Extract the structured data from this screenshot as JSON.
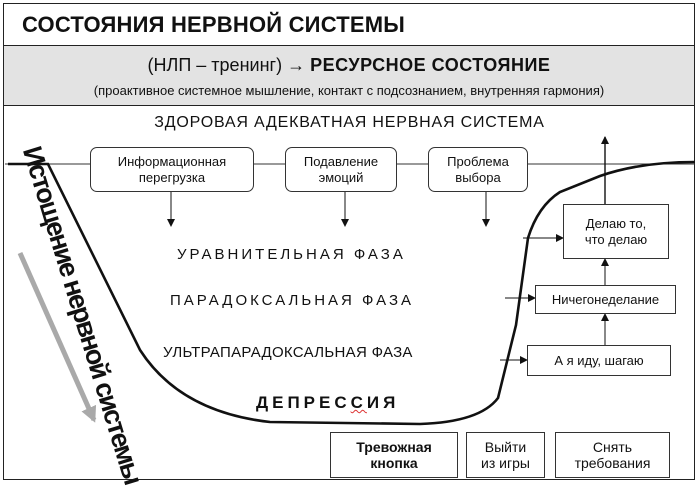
{
  "title": "СОСТОЯНИЯ НЕРВНОЙ СИСТЕМЫ",
  "resource": {
    "prefix": "(НЛП – тренинг)",
    "arrow": "→",
    "state": "РЕСУРСНОЕ  СОСТОЯНИЕ",
    "subtitle": "(проактивное системное мышление, контакт  с  подсознанием, внутренняя гармония)"
  },
  "healthy_system": "ЗДОРОВАЯ  АДЕКВАТНАЯ НЕРВНАЯ СИСТЕМА",
  "causes": [
    {
      "line1": "Информационная",
      "line2": "перегрузка"
    },
    {
      "line1": "Подавление",
      "line2": "эмоций"
    },
    {
      "line1": "Проблема",
      "line2": "выбора"
    }
  ],
  "phases": {
    "equalizing": "УРАВНИТЕЛЬНАЯ  ФАЗА",
    "paradoxical": "ПАРАДОКСАЛЬНАЯ  ФАЗА",
    "ultraparadoxical": "УЛЬТРАПАРАДОКСАЛЬНАЯ ФАЗА",
    "depression_a": "ДЕПРЕС",
    "depression_b": "С",
    "depression_c": "ИЯ"
  },
  "exhaustion_label": "Истощение нервной системы",
  "recovery_steps": {
    "step1": "А  я  иду, шагаю",
    "step2": "Ничегонеделание",
    "step3_line1": "Делаю  то,",
    "step3_line2": "что  делаю"
  },
  "bottom_boxes": {
    "alarm_line1": "Тревожная",
    "alarm_line2": "кнопка",
    "exit_line1": "Выйти",
    "exit_line2": "из игры",
    "remove_line1": "Снять",
    "remove_line2": "требования"
  },
  "colors": {
    "band": "#e3e3e3",
    "exhaustion_arrow": "#a9a9a9",
    "squiggle": "#dd3333"
  }
}
